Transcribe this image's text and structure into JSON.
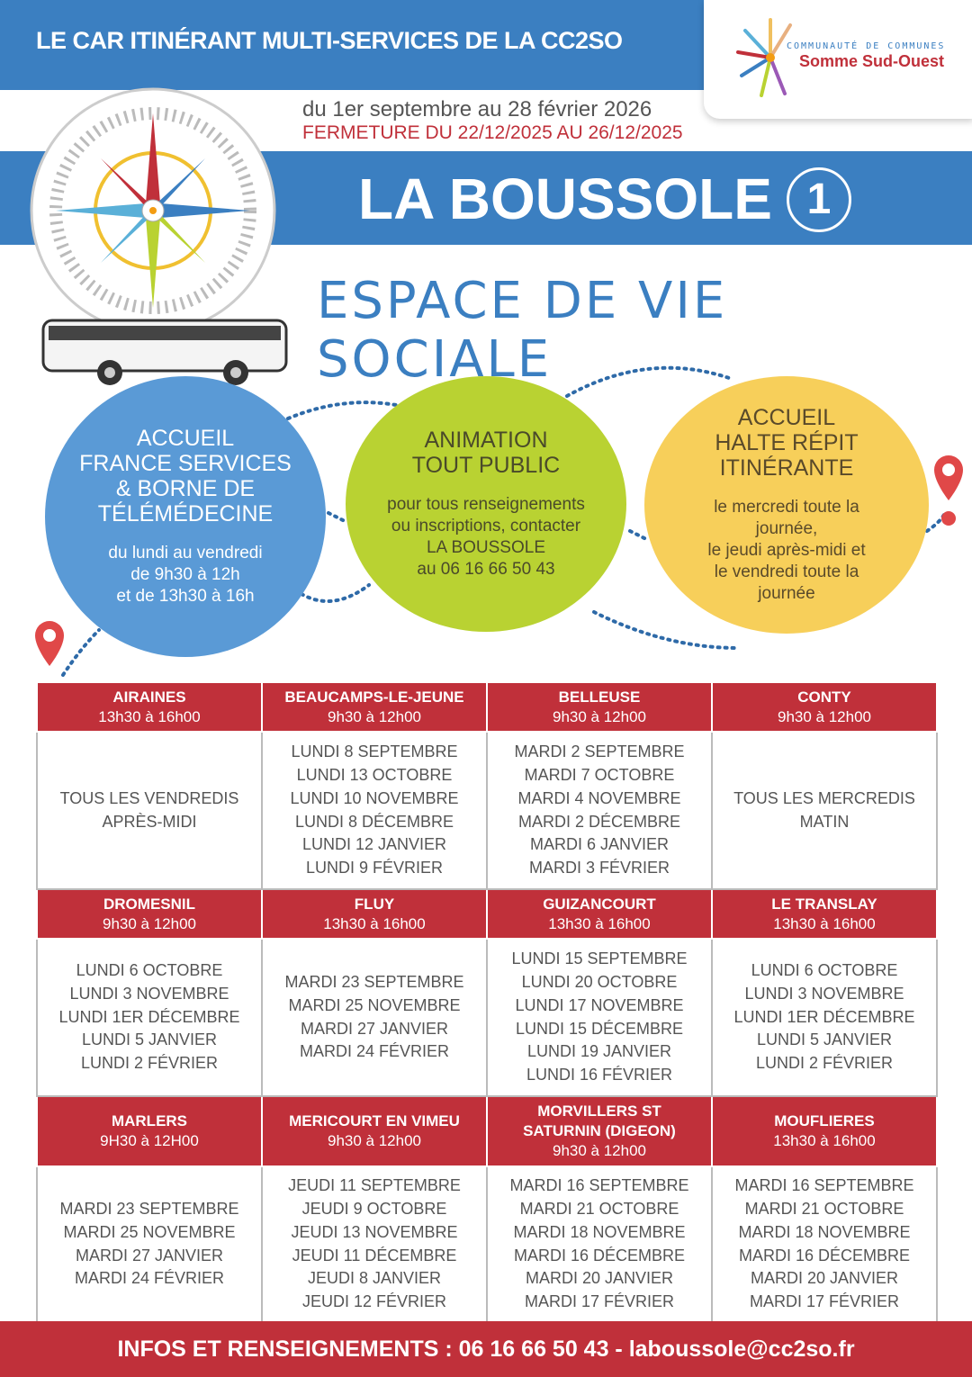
{
  "header": {
    "title": "LE CAR ITINÉRANT MULTI-SERVICES DE LA CC2SO",
    "logo_line1": "COMMUNAUTÉ DE COMMUNES",
    "logo_line2": "Somme Sud-Ouest"
  },
  "period": {
    "dates": "du 1er septembre au 28 février 2026",
    "closure": "FERMETURE DU 22/12/2025 AU 26/12/2025"
  },
  "title": {
    "name": "LA BOUSSOLE",
    "number": "1",
    "subtitle": "ESPACE DE VIE SOCIALE"
  },
  "services": [
    {
      "heading": "ACCUEIL\nFRANCE SERVICES\n& BORNE DE\nTÉLÉMÉDECINE",
      "body": "du lundi au vendredi\nde 9h30 à 12h\net de 13h30 à 16h"
    },
    {
      "heading": "ANIMATION\nTOUT PUBLIC",
      "body": "pour tous renseignements\nou inscriptions, contacter\nLA BOUSSOLE\nau 06 16 66 50 43"
    },
    {
      "heading": "ACCUEIL\nHALTE RÉPIT\nITINÉRANTE",
      "body": "le mercredi toute la\njournée,\nle jeudi après-midi et\nle vendredi toute la\njournée"
    }
  ],
  "schedule": [
    [
      {
        "town": "AIRAINES",
        "hours": "13h30 à 16h00",
        "dates": "TOUS LES VENDREDIS\nAPRÈS-MIDI"
      },
      {
        "town": "BEAUCAMPS-LE-JEUNE",
        "hours": "9h30 à 12h00",
        "dates": "LUNDI 8 SEPTEMBRE\nLUNDI 13 OCTOBRE\nLUNDI 10 NOVEMBRE\nLUNDI 8 DÉCEMBRE\nLUNDI 12 JANVIER\nLUNDI 9 FÉVRIER"
      },
      {
        "town": "BELLEUSE",
        "hours": "9h30 à 12h00",
        "dates": "MARDI 2 SEPTEMBRE\nMARDI 7 OCTOBRE\nMARDI 4 NOVEMBRE\nMARDI 2 DÉCEMBRE\nMARDI 6 JANVIER\nMARDI 3 FÉVRIER"
      },
      {
        "town": "CONTY",
        "hours": "9h30 à 12h00",
        "dates": "TOUS LES MERCREDIS\nMATIN"
      }
    ],
    [
      {
        "town": "DROMESNIL",
        "hours": "9h30 à 12h00",
        "dates": "LUNDI 6 OCTOBRE\nLUNDI 3 NOVEMBRE\nLUNDI 1ER DÉCEMBRE\nLUNDI 5 JANVIER\nLUNDI 2 FÉVRIER"
      },
      {
        "town": "FLUY",
        "hours": "13h30 à 16h00",
        "dates": "MARDI 23 SEPTEMBRE\nMARDI 25 NOVEMBRE\nMARDI 27 JANVIER\nMARDI 24 FÉVRIER"
      },
      {
        "town": "GUIZANCOURT",
        "hours": "13h30 à 16h00",
        "dates": "LUNDI 15 SEPTEMBRE\nLUNDI 20 OCTOBRE\nLUNDI 17 NOVEMBRE\nLUNDI 15 DÉCEMBRE\nLUNDI 19 JANVIER\nLUNDI 16 FÉVRIER"
      },
      {
        "town": "LE TRANSLAY",
        "hours": "13h30 à 16h00",
        "dates": "LUNDI 6 OCTOBRE\nLUNDI 3 NOVEMBRE\nLUNDI 1ER DÉCEMBRE\nLUNDI 5 JANVIER\nLUNDI 2 FÉVRIER"
      }
    ],
    [
      {
        "town": "MARLERS",
        "hours": "9H30 à 12H00",
        "dates": "MARDI 23 SEPTEMBRE\nMARDI 25 NOVEMBRE\nMARDI 27 JANVIER\nMARDI 24 FÉVRIER"
      },
      {
        "town": "MERICOURT EN VIMEU",
        "hours": "9h30 à 12h00",
        "dates": "JEUDI 11 SEPTEMBRE\nJEUDI 9 OCTOBRE\nJEUDI 13 NOVEMBRE\nJEUDI 11 DÉCEMBRE\nJEUDI 8 JANVIER\nJEUDI 12 FÉVRIER"
      },
      {
        "town": "MORVILLERS ST\nSATURNIN (DIGEON)",
        "hours": "9h30 à 12h00",
        "dates": "MARDI 16 SEPTEMBRE\nMARDI 21 OCTOBRE\nMARDI 18 NOVEMBRE\nMARDI 16 DÉCEMBRE\nMARDI 20 JANVIER\nMARDI 17 FÉVRIER"
      },
      {
        "town": "MOUFLIERES",
        "hours": "13h30 à 16h00",
        "dates": "MARDI 16 SEPTEMBRE\nMARDI 21 OCTOBRE\nMARDI 18 NOVEMBRE\nMARDI 16 DÉCEMBRE\nMARDI 20 JANVIER\nMARDI 17 FÉVRIER"
      }
    ]
  ],
  "footer": "INFOS ET RENSEIGNEMENTS : 06 16 66 50 43 - laboussole@cc2so.fr",
  "colors": {
    "blue": "#3b7fc1",
    "red": "#c0303a",
    "green": "#b9d232",
    "yellow": "#f7cf5a",
    "lightblue": "#5a9ad6"
  }
}
